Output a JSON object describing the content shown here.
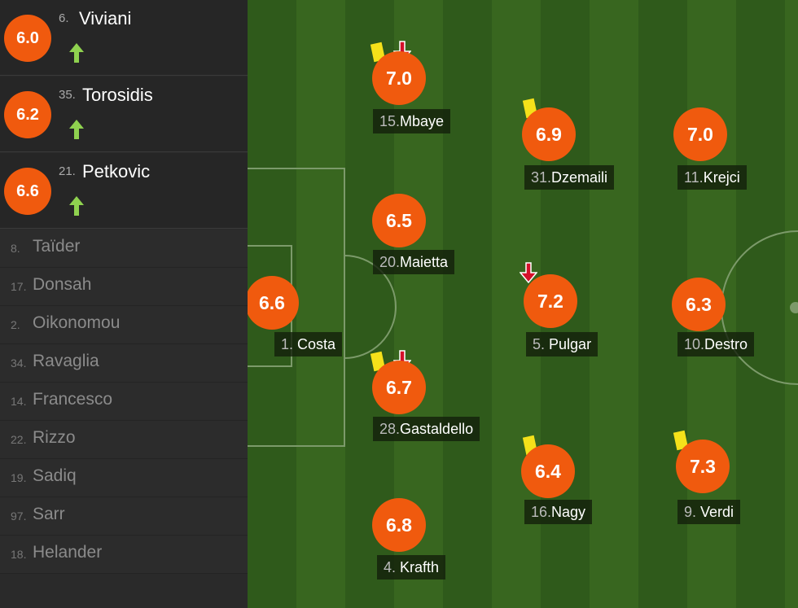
{
  "substitutes_in": [
    {
      "number": "6.",
      "name": "Viviani",
      "rating": "6.0"
    },
    {
      "number": "35.",
      "name": "Torosidis",
      "rating": "6.2"
    },
    {
      "number": "21.",
      "name": "Petkovic",
      "rating": "6.6"
    }
  ],
  "bench": [
    {
      "number": "8.",
      "name": "Taïder"
    },
    {
      "number": "17.",
      "name": "Donsah"
    },
    {
      "number": "2.",
      "name": "Oikonomou"
    },
    {
      "number": "34.",
      "name": "Ravaglia"
    },
    {
      "number": "14.",
      "name": "Francesco"
    },
    {
      "number": "22.",
      "name": "Rizzo"
    },
    {
      "number": "19.",
      "name": "Sadiq"
    },
    {
      "number": "97.",
      "name": "Sarr"
    },
    {
      "number": "18.",
      "name": "Helander"
    }
  ],
  "players": [
    {
      "number": "1.",
      "name": "Costa",
      "rating": "6.6"
    },
    {
      "number": "15.",
      "name": "Mbaye",
      "rating": "7.0",
      "yellow_card": true,
      "subbed_off": true
    },
    {
      "number": "20.",
      "name": "Maietta",
      "rating": "6.5"
    },
    {
      "number": "28.",
      "name": "Gastaldello",
      "rating": "6.7",
      "yellow_card": true,
      "subbed_off": true
    },
    {
      "number": "4.",
      "name": "Krafth",
      "rating": "6.8"
    },
    {
      "number": "31.",
      "name": "Dzemaili",
      "rating": "6.9",
      "yellow_card": true
    },
    {
      "number": "5.",
      "name": "Pulgar",
      "rating": "7.2",
      "subbed_off": true
    },
    {
      "number": "16.",
      "name": "Nagy",
      "rating": "6.4",
      "yellow_card": true
    },
    {
      "number": "11.",
      "name": "Krejci",
      "rating": "7.0"
    },
    {
      "number": "10.",
      "name": "Destro",
      "rating": "6.3"
    },
    {
      "number": "9.",
      "name": "Verdi",
      "rating": "7.3",
      "yellow_card": true
    }
  ],
  "colors": {
    "rating_badge": "#f05a0e",
    "sub_in_arrow": "#8fd14f",
    "sub_off_arrow": "#d4102a",
    "yellow_card": "#f5e11a"
  }
}
